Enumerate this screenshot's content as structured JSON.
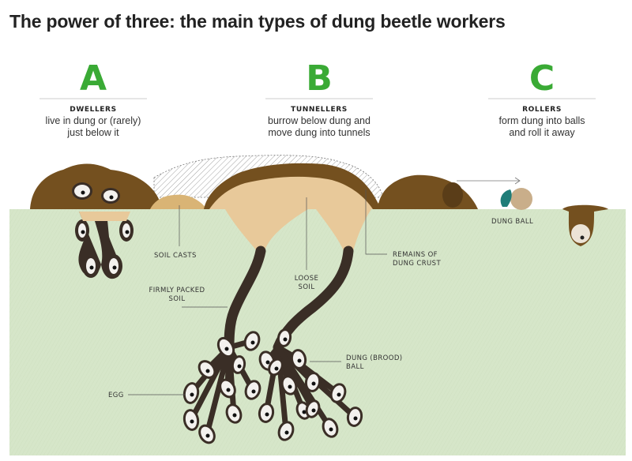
{
  "title": "The power of three: the main types of dung beetle workers",
  "colors": {
    "accent": "#3aaa35",
    "soil": "#d6e6c9",
    "dung": "#74501f",
    "loose_soil": "#e8c99a",
    "tunnel": "#3a2e26"
  },
  "types": [
    {
      "letter": "A",
      "name": "DWELLERS",
      "desc1": "live in dung or (rarely)",
      "desc2": "just below it"
    },
    {
      "letter": "B",
      "name": "TUNNELLERS",
      "desc1": "burrow below dung and",
      "desc2": "move dung into tunnels"
    },
    {
      "letter": "C",
      "name": "ROLLERS",
      "desc1": "form dung into balls",
      "desc2": "and roll it away"
    }
  ],
  "labels": {
    "soil_casts": "SOIL CASTS",
    "remains1": "REMAINS OF",
    "remains2": "DUNG CRUST",
    "loose1": "LOOSE",
    "loose2": "SOIL",
    "firm1": "FIRMLY PACKED",
    "firm2": "SOIL",
    "brood1": "DUNG (BROOD)",
    "brood2": "BALL",
    "egg": "EGG",
    "dung_ball": "DUNG BALL"
  }
}
